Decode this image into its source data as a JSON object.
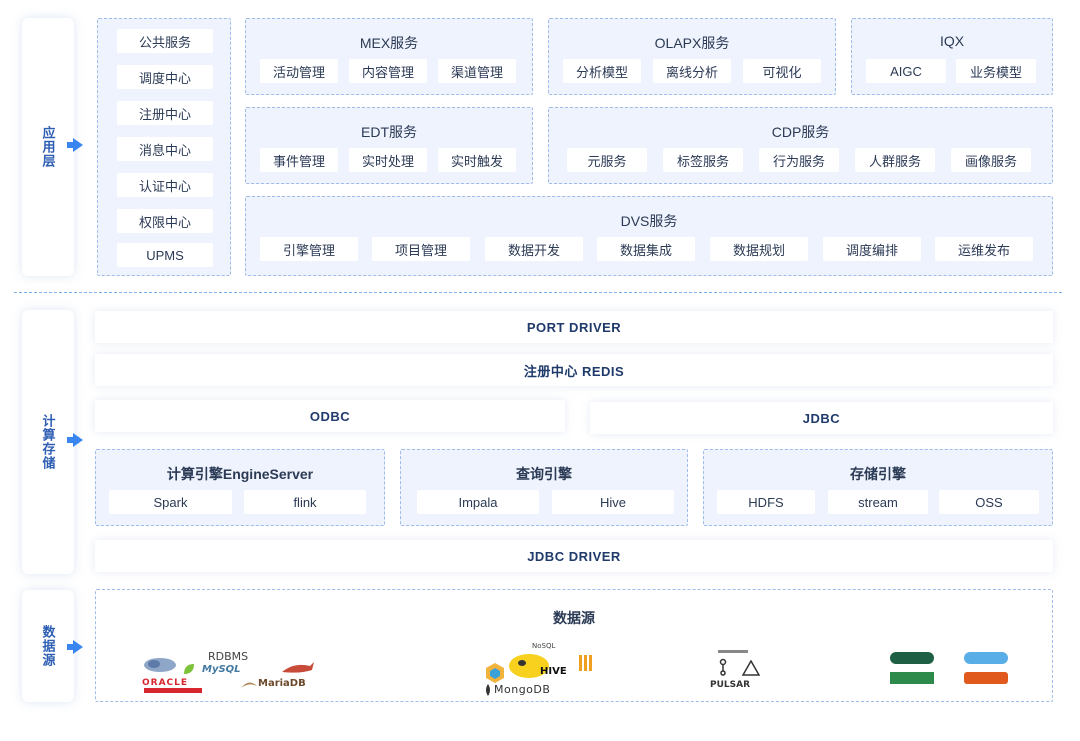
{
  "layers": {
    "app": {
      "label": "应用层"
    },
    "compute": {
      "label": "计算存储"
    },
    "source": {
      "label": "数据源"
    }
  },
  "app_left_column": [
    "公共服务",
    "调度中心",
    "注册中心",
    "消息中心",
    "认证中心",
    "权限中心",
    "UPMS"
  ],
  "mex": {
    "title": "MEX服务",
    "items": [
      "活动管理",
      "内容管理",
      "渠道管理"
    ]
  },
  "olapx": {
    "title": "OLAPX服务",
    "items": [
      "分析模型",
      "离线分析",
      "可视化"
    ]
  },
  "iqx": {
    "title": "IQX",
    "items": [
      "AIGC",
      "业务模型"
    ]
  },
  "edt": {
    "title": "EDT服务",
    "items": [
      "事件管理",
      "实时处理",
      "实时触发"
    ]
  },
  "cdp": {
    "title": "CDP服务",
    "items": [
      "元服务",
      "标签服务",
      "行为服务",
      "人群服务",
      "画像服务"
    ]
  },
  "dvs": {
    "title": "DVS服务",
    "items": [
      "引擎管理",
      "项目管理",
      "数据开发",
      "数据集成",
      "数据规划",
      "调度编排",
      "运维发布"
    ]
  },
  "compute_bars": {
    "port_driver": "PORT DRIVER",
    "registry_redis": "注册中心 REDIS",
    "odbc": "ODBC",
    "jdbc": "JDBC",
    "jdbc_driver": "JDBC DRIVER"
  },
  "engine": {
    "title": "计算引擎EngineServer",
    "items": [
      "Spark",
      "flink"
    ]
  },
  "query": {
    "title": "查询引擎",
    "items": [
      "Impala",
      "Hive"
    ]
  },
  "storage": {
    "title": "存储引擎",
    "items": [
      "HDFS",
      "stream",
      "OSS"
    ]
  },
  "datasource": {
    "title": "数据源",
    "logos": {
      "rdbms": "RDBMS",
      "mysql": "MySQL",
      "oracle": "ORACLE",
      "mariadb": "MariaDB",
      "nosql": "NoSQL",
      "hive": "HIVE",
      "mongodb": "MongoDB",
      "pulsar": "PULSAR"
    }
  },
  "colors": {
    "accent": "#3a86f0",
    "panel_bg": "#eef3fd",
    "panel_border": "#9fbbe8",
    "label_text": "#2f5fb3"
  }
}
